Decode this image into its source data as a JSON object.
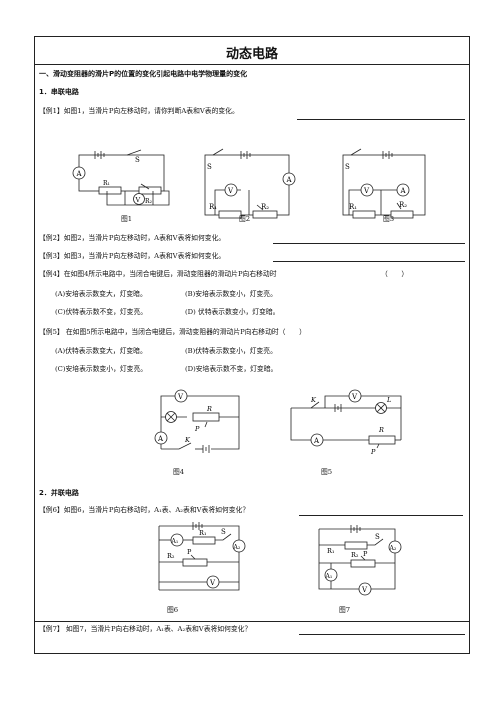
{
  "title": "动态电路",
  "section1": "一、滑动变阻器的滑片P的位置的变化引起电路中电学物理量的变化",
  "sub1": "1．串联电路",
  "ex1": "【例1】如图1，当滑片P向左移动时，请你判断A表和V表的变化。",
  "fig_captions": {
    "f1": "图1",
    "f2": "图2",
    "f3": "图3",
    "f4": "图4",
    "f5": "图5",
    "f6": "图6",
    "f7": "图7"
  },
  "ex2": "【例2】如图2，当滑片P向左移动时，A表和V表将如何变化。",
  "ex3": "【例3】如图3，当滑片P向左移动时，A表和V表将如何变化。",
  "ex4": "【例4】在如图4所示电路中，当闭合电键后，滑动变阻器的滑动片P向右移动时",
  "ex4_paren": "（　　）",
  "ex4_opts": [
    "(A)安培表示数变大，灯变暗。",
    "(B)安培表示数变小，灯变亮。",
    "(C)伏特表示数不变，灯变亮。",
    "(D) 伏特表示数变小，灯变暗。"
  ],
  "ex5": "【例5】 在如图5所示电路中，当闭合电键后，滑动变阻器的滑动片P向右移动时（　　）",
  "ex5_opts": [
    "(A)伏特表示数变大，灯变暗。",
    "(B)伏特表示数变小，灯变亮。",
    "(C)安培表示数变小，灯变亮。",
    "(D)安培表示数不变，灯变暗。"
  ],
  "sub2": "2．并联电路",
  "ex6": "【例6】如图6，当滑片P向右移动时，A₁表、A₂表和V表将如何变化？",
  "ex7": "【例7】 如图7，当滑片P向右移动时，A₁表、A₂表和V表将如何变化？",
  "labels": {
    "A": "A",
    "V": "V",
    "S": "S",
    "R1": "R₁",
    "R2": "R₂",
    "R": "R",
    "P": "P",
    "K": "K",
    "L": "L",
    "A1": "A₁",
    "A2": "A₂"
  }
}
